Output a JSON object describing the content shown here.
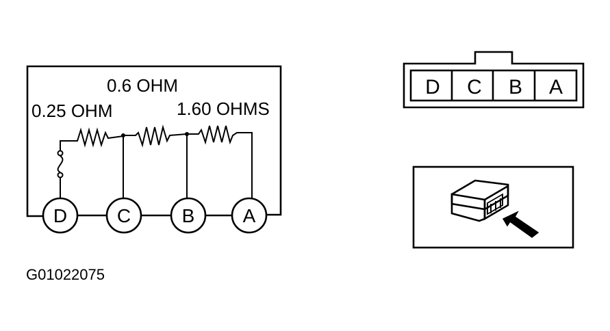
{
  "circuit": {
    "labels": {
      "top_resistance": "0.6 OHM",
      "left_resistance": "0.25 OHM",
      "right_resistance": "1.60 OHMS"
    },
    "pins": [
      "D",
      "C",
      "B",
      "A"
    ]
  },
  "connector_face": {
    "pins": [
      "D",
      "C",
      "B",
      "A"
    ]
  },
  "locator_view": {
    "icon": "arrow-pointing-to-connector-icon"
  },
  "figure": {
    "id": "G01022075"
  }
}
